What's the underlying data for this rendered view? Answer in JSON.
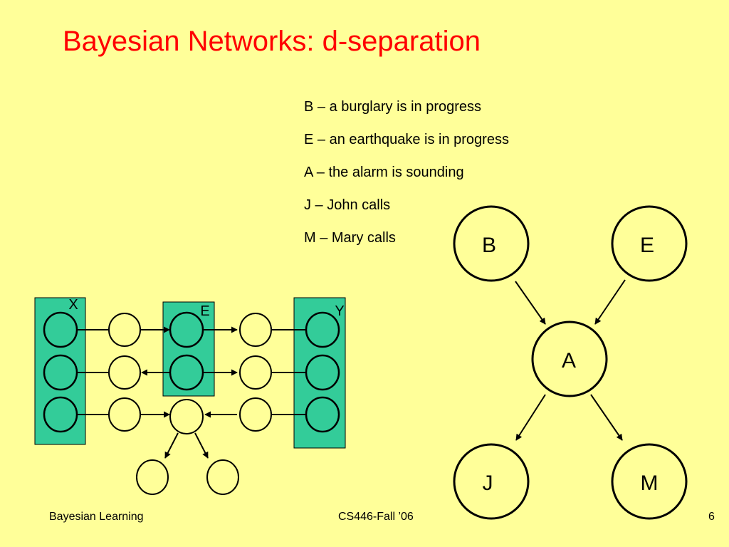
{
  "title": "Bayesian Networks: d-separation",
  "definitions": [
    "B – a burglary is in progress",
    "E – an earthquake is in progress",
    "A – the alarm is sounding",
    "J – John calls",
    "M – Mary calls"
  ],
  "big_network": {
    "nodes": [
      "B",
      "E",
      "A",
      "J",
      "M"
    ],
    "edges": [
      [
        "B",
        "A"
      ],
      [
        "E",
        "A"
      ],
      [
        "A",
        "J"
      ],
      [
        "A",
        "M"
      ]
    ]
  },
  "small_network": {
    "group_labels": {
      "x": "X",
      "e": "E",
      "y": "Y"
    },
    "colors": {
      "group_fill": "#33CC99",
      "node_fill": "#FFFF99",
      "title": "#FF0000",
      "background": "#FFFF99"
    }
  },
  "footer": {
    "left": "Bayesian Learning",
    "center": "CS446-Fall ’06",
    "right": "6"
  }
}
